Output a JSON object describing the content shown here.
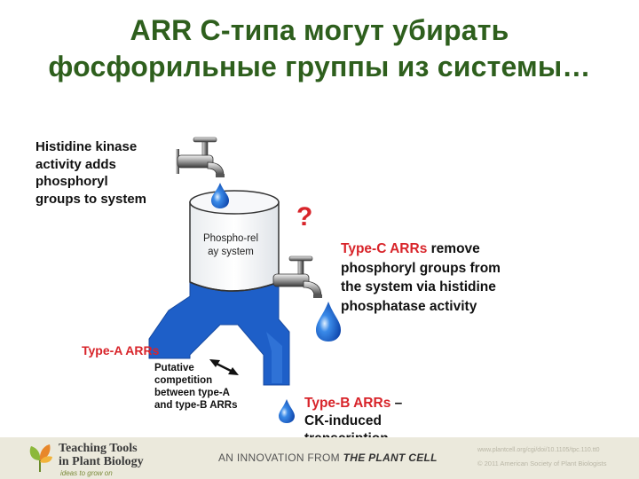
{
  "title": {
    "line1": "ARR С-типа могут убирать",
    "line2": "фосфорильные группы из системы…"
  },
  "labels": {
    "histidine_kinase": [
      "Histidine kinase",
      "activity adds",
      "phosphoryl",
      "groups to system"
    ],
    "system": [
      "Phospho-rel",
      "ay system"
    ],
    "question": "?",
    "type_c_name": "Type-C ARRs",
    "type_c_text_1": " remove",
    "type_c_text_rest": [
      "phosphoryl groups from",
      "the system via histidine",
      "phosphatase activity"
    ],
    "type_a": "Type-A ARRs",
    "putative": [
      "Putative",
      "competition",
      "between type-A",
      "and type-B ARRs"
    ],
    "type_b_name": "Type-B ARRs",
    "type_b_text_1": " –",
    "type_b_text_rest": [
      "CK-induced",
      "transcription"
    ]
  },
  "footer": {
    "brand_line1": "Teaching Tools",
    "brand_line2": "in Plant Biology",
    "tagline": "ideas to grow on",
    "innovation_prefix": "AN INNOVATION FROM ",
    "innovation_brand": "THE PLANT CELL",
    "url": "www.plantcell.org/cgi/doi/10.1105/tpc.110.tt0",
    "copyright": "© 2011 American Society of Plant Biologists"
  },
  "colors": {
    "title_green": "#2e5f1d",
    "accent_red": "#d8242a",
    "tank_blue": "#1e5fc8",
    "footer_bg": "#ebe9dc"
  },
  "icons": [
    "faucet-icon",
    "water-drop-icon",
    "double-arrow-icon",
    "leaf-logo-icon"
  ]
}
